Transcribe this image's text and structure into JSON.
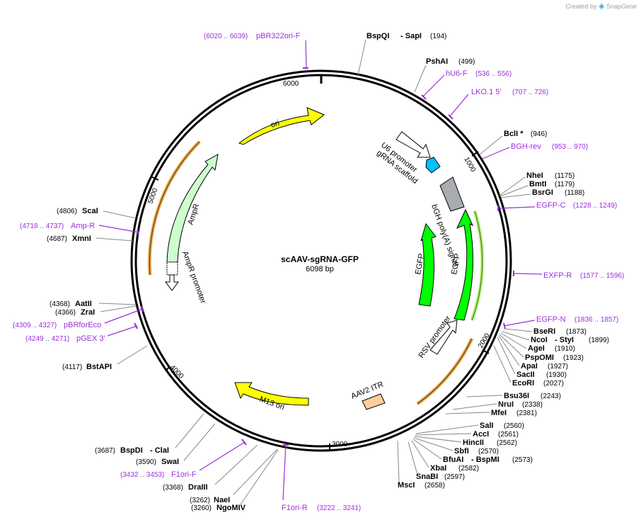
{
  "brand": {
    "prefix": "Created by",
    "name": "SnapGene"
  },
  "plasmid": {
    "name": "scAAV-sgRNA-GFP",
    "length": "6098 bp"
  },
  "ticks": [
    "1000",
    "2000",
    "3000",
    "4000",
    "5000",
    "6000"
  ],
  "enzymes": [
    {
      "name": "BspQI",
      "name2": "SapI",
      "pos": "(194)"
    },
    {
      "name": "PshAI",
      "pos": "(499)"
    },
    {
      "name": "BclI *",
      "pos": "(946)"
    },
    {
      "name": "NheI",
      "pos": "(1175)"
    },
    {
      "name": "BmtI",
      "pos": "(1179)"
    },
    {
      "name": "BsrGI",
      "pos": "(1188)"
    },
    {
      "name": "BseRI",
      "pos": "(1873)"
    },
    {
      "name": "NcoI",
      "name2": "StyI",
      "pos": "(1899)"
    },
    {
      "name": "AgeI",
      "pos": "(1910)"
    },
    {
      "name": "PspOMI",
      "pos": "(1923)"
    },
    {
      "name": "ApaI",
      "pos": "(1927)"
    },
    {
      "name": "SacII",
      "pos": "(1930)"
    },
    {
      "name": "EcoRI",
      "pos": "(2027)"
    },
    {
      "name": "Bsu36I",
      "pos": "(2243)"
    },
    {
      "name": "NruI",
      "pos": "(2338)"
    },
    {
      "name": "MfeI",
      "pos": "(2381)"
    },
    {
      "name": "SalI",
      "pos": "(2560)"
    },
    {
      "name": "AccI",
      "pos": "(2561)"
    },
    {
      "name": "HincII",
      "pos": "(2562)"
    },
    {
      "name": "SbfI",
      "pos": "(2570)"
    },
    {
      "name": "BfuAI",
      "name2": "BspMI",
      "pos": "(2573)"
    },
    {
      "name": "XbaI",
      "pos": "(2582)"
    },
    {
      "name": "SnaBI",
      "pos": "(2597)"
    },
    {
      "name": "MscI",
      "pos": "(2658)"
    },
    {
      "name": "BspDI",
      "name2": "ClaI",
      "pos": "(3687)"
    },
    {
      "name": "SwaI",
      "pos": "(3590)"
    },
    {
      "name": "DraIII",
      "pos": "(3368)"
    },
    {
      "name": "NaeI",
      "pos": "(3262)"
    },
    {
      "name": "NgoMIV",
      "pos": "(3260)"
    },
    {
      "name": "BstAPI",
      "pos": "(4117)"
    },
    {
      "name": "AatII",
      "pos": "(4368)"
    },
    {
      "name": "ZraI",
      "pos": "(4366)"
    },
    {
      "name": "XmnI",
      "pos": "(4687)"
    },
    {
      "name": "ScaI",
      "pos": "(4806)"
    }
  ],
  "primers": [
    {
      "name": "pBR322ori-F",
      "range": "(6020 .. 6039)"
    },
    {
      "name": "hU6-F",
      "range": "(536 .. 556)"
    },
    {
      "name": "LKO.1 5'",
      "range": "(707 .. 726)"
    },
    {
      "name": "BGH-rev",
      "range": "(953 .. 970)"
    },
    {
      "name": "EGFP-C",
      "range": "(1228 .. 1249)"
    },
    {
      "name": "EXFP-R",
      "range": "(1577 .. 1596)"
    },
    {
      "name": "EGFP-N",
      "range": "(1836 .. 1857)"
    },
    {
      "name": "F1ori-F",
      "range": "(3432 .. 3453)"
    },
    {
      "name": "F1ori-R",
      "range": "(3222 .. 3241)"
    },
    {
      "name": "pBRforEco",
      "range": "(4309 .. 4327)"
    },
    {
      "name": "pGEX 3'",
      "range": "(4249 .. 4271)"
    },
    {
      "name": "Amp-R",
      "range": "(4718 .. 4737)"
    }
  ],
  "features": {
    "ori": "ori",
    "u6": "U6 promoter",
    "grna": "gRNA scaffold",
    "bgh": "bGH poly(A) signal",
    "egfp1": "EGFP",
    "egfp2": "EGFP",
    "rsv": "RSV promoter",
    "itr": "AAV2 ITR",
    "m13": "M13 ori",
    "ampr": "AmpR",
    "amprp": "AmpR promoter"
  },
  "colors": {
    "ori": "#ffff00",
    "ampr": "#ccffcc",
    "egfp": "#00ff00",
    "bgh": "#a9adb2",
    "u6_grna": "#00bfff",
    "itr": "#ffcc99",
    "primer": "#9b30d9",
    "orf": "#e8a64a"
  }
}
